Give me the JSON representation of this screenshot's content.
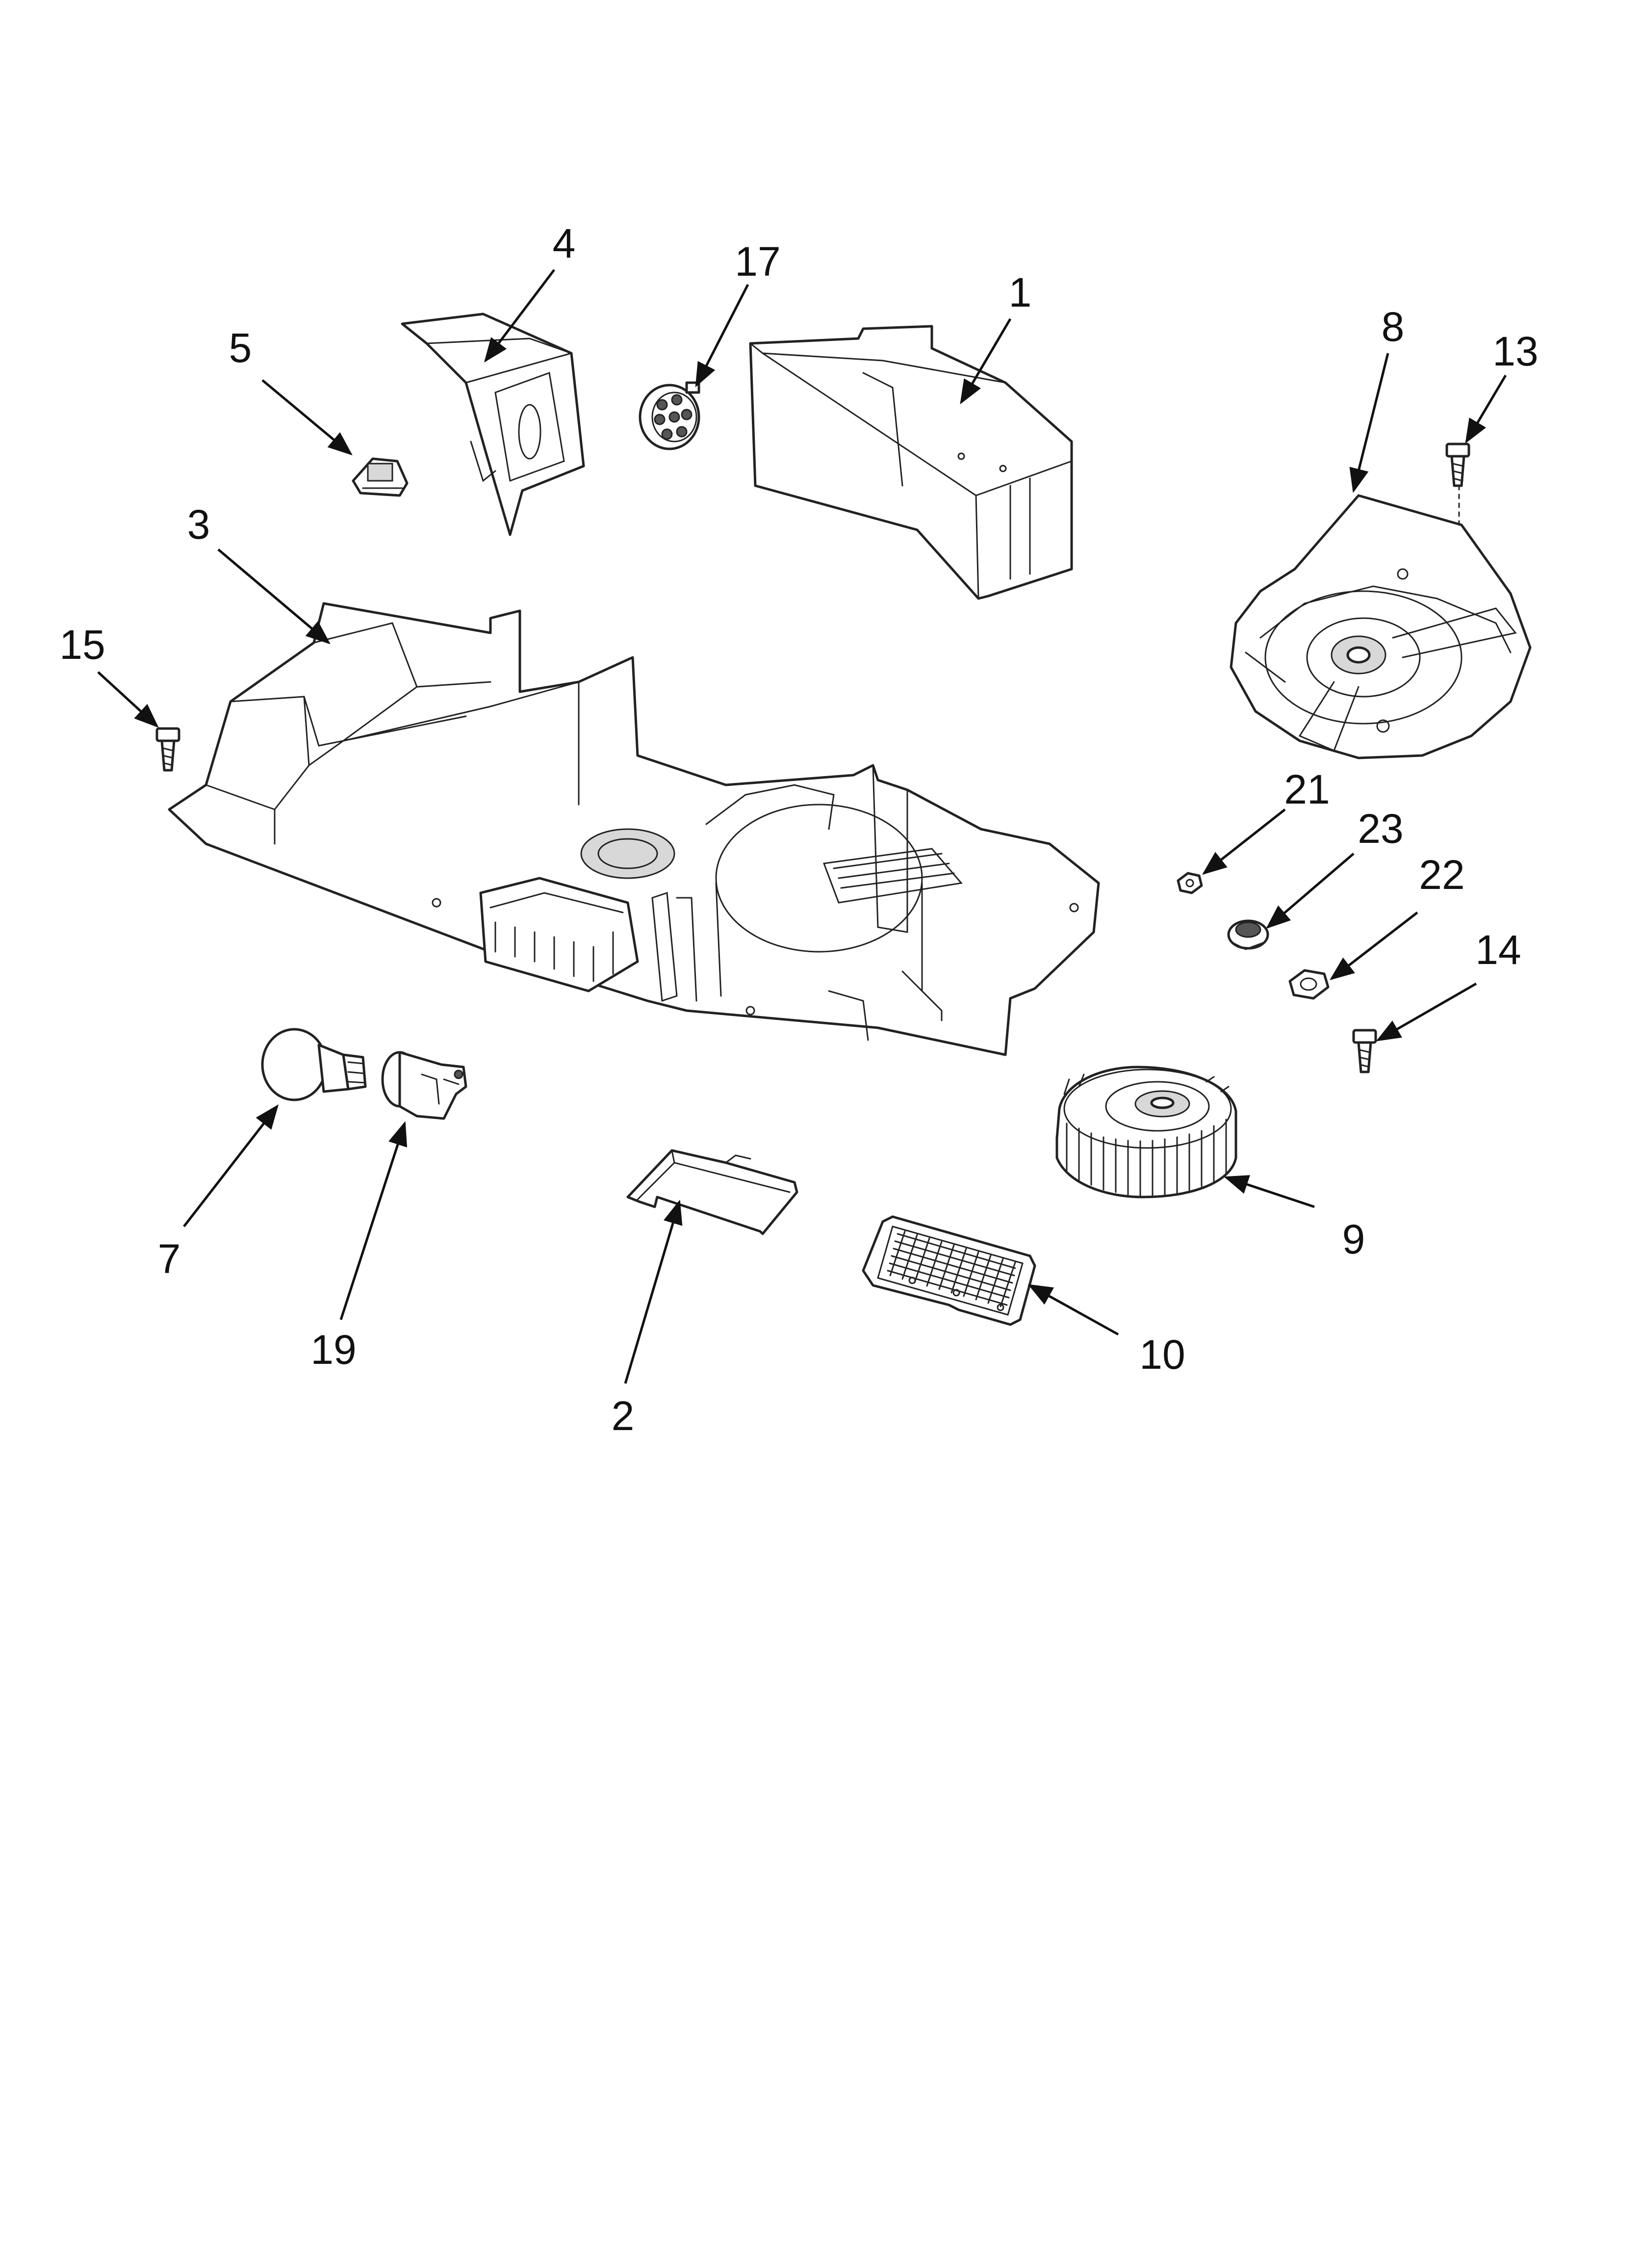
{
  "labels": {
    "p1": "1",
    "p2": "2",
    "p3": "3",
    "p4": "4",
    "p5": "5",
    "p7": "7",
    "p8": "8",
    "p9": "9",
    "p10": "10",
    "p13": "13",
    "p14": "14",
    "p15": "15",
    "p17": "17",
    "p19": "19",
    "p21": "21",
    "p22": "22",
    "p23": "23"
  }
}
